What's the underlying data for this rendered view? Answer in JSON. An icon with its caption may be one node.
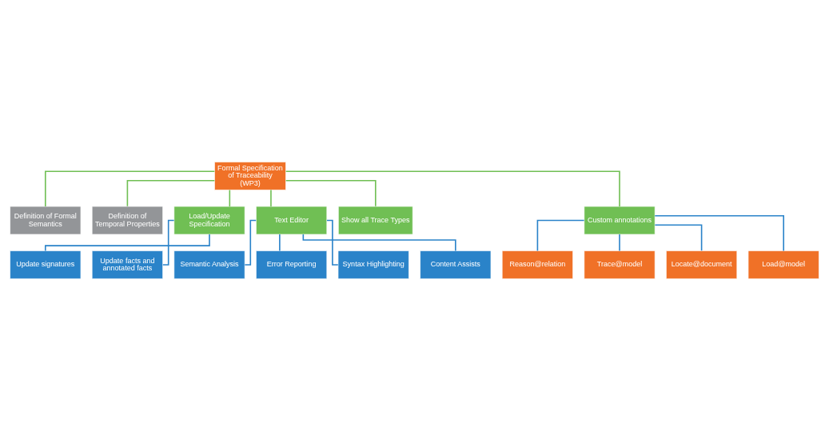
{
  "diagram": {
    "nodes": [
      {
        "text": [
          "Formal Specification of Traceability (WP3)"
        ]
      },
      {
        "text": [
          "Definition of Formal Semantics"
        ]
      },
      {
        "text": [
          "Definition of Temporal Properties"
        ]
      },
      {
        "text": [
          "Load/Update Specification"
        ]
      },
      {
        "text": [
          "Text Editor"
        ]
      },
      {
        "text": [
          "Show all Trace Types"
        ]
      },
      {
        "text": [
          "Custom annotations"
        ]
      },
      {
        "text": [
          "Update signatures"
        ]
      },
      {
        "text": [
          "Update facts and annotated facts"
        ]
      },
      {
        "text": [
          "Semantic Analysis"
        ]
      },
      {
        "text": [
          "Error Reporting"
        ]
      },
      {
        "text": [
          "Syntax Highlighting"
        ]
      },
      {
        "text": [
          "Content Assists"
        ]
      },
      {
        "text": [
          "Reason@relation"
        ]
      },
      {
        "text": [
          "Trace@model"
        ]
      },
      {
        "text": [
          "Locate@document"
        ]
      },
      {
        "text": [
          "Load@model"
        ]
      }
    ],
    "edges": [
      {
        "from": 0,
        "to": 1,
        "arrow": "none",
        "color": "#70bf54"
      },
      {
        "from": 0,
        "to": 2,
        "arrow": "none",
        "color": "#70bf54"
      },
      {
        "from": 0,
        "to": 3,
        "arrow": "none",
        "color": "#70bf54"
      },
      {
        "from": 0,
        "to": 4,
        "arrow": "none",
        "color": "#70bf54"
      },
      {
        "from": 0,
        "to": 5,
        "arrow": "none",
        "color": "#70bf54"
      },
      {
        "from": 0,
        "to": 6,
        "arrow": "none",
        "color": "#70bf54"
      },
      {
        "from": 3,
        "to": 7,
        "arrow": "none"
      },
      {
        "from": 3,
        "to": 8,
        "arrow": "none"
      },
      {
        "from": 4,
        "to": 9,
        "arrow": "none"
      },
      {
        "from": 4,
        "to": 10,
        "arrow": "none"
      },
      {
        "from": 4,
        "to": 11,
        "arrow": "none"
      },
      {
        "from": 4,
        "to": 12,
        "arrow": "none"
      },
      {
        "from": 6,
        "to": 13,
        "arrow": "none"
      },
      {
        "from": 6,
        "to": 14,
        "arrow": "none"
      },
      {
        "from": 6,
        "to": 15,
        "arrow": "none"
      },
      {
        "from": 6,
        "to": 16,
        "arrow": "none"
      }
    ]
  }
}
